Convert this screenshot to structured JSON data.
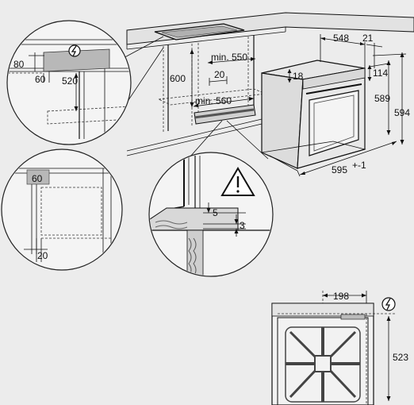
{
  "dimensions": {
    "d80": "80",
    "d60_top": "60",
    "d520": "520",
    "d600": "600",
    "d20_top": "20",
    "d_min550": "min. 550",
    "d_min560": "min. 560",
    "d548": "548",
    "d21": "21",
    "d18": "18",
    "d114": "114",
    "d589": "589",
    "d594": "594",
    "d595": "595",
    "d595_tol": "+-1",
    "d60_side": "60",
    "d20_side": "20",
    "d5": "5",
    "d3": "3",
    "d198": "198",
    "d523": "523"
  },
  "icons": {
    "plug": "electric-connection-icon",
    "warning": "warning-triangle-icon"
  }
}
